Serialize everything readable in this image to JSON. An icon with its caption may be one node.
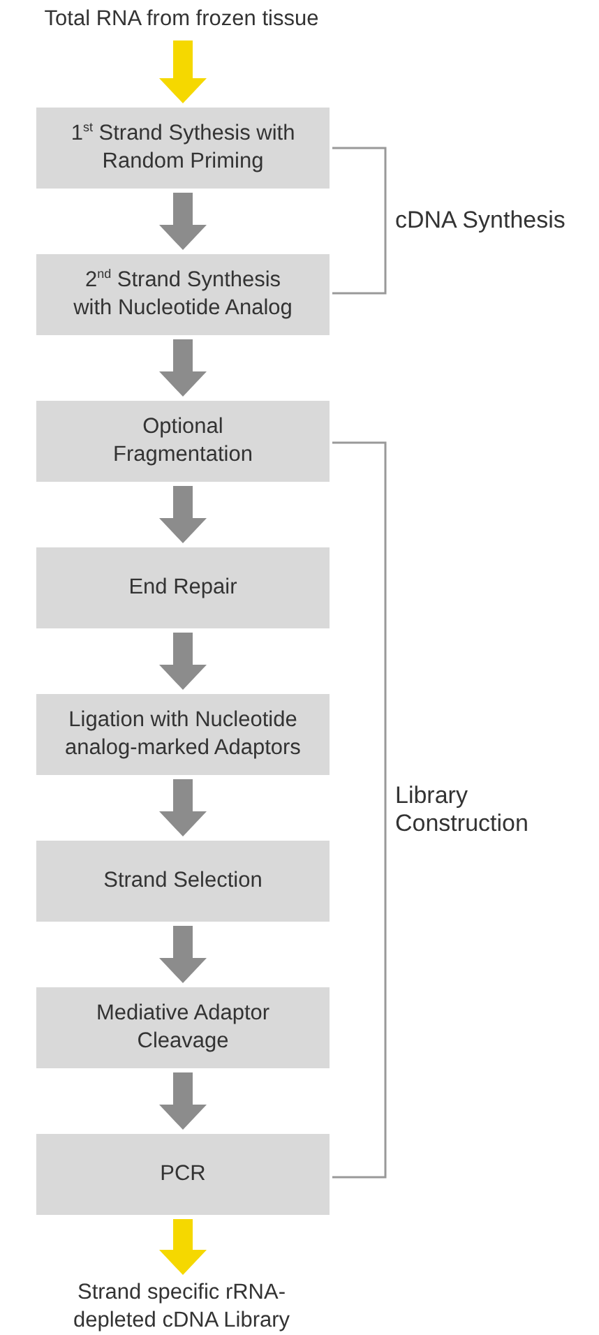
{
  "diagram": {
    "nodes": [
      {
        "text": [
          "Total RNA from frozen tissue"
        ]
      },
      {
        "text": [
          "1$^{st}$ Strand Sythesis with Random Priming"
        ]
      },
      {
        "text": [
          "2$^{nd}$ Strand Synthesis with Nucleotide Analog"
        ]
      },
      {
        "text": [
          "Optional Fragmentation"
        ]
      },
      {
        "text": [
          "End Repair"
        ]
      },
      {
        "text": [
          "Ligation with Nucleotide analog-marked Adaptors"
        ]
      },
      {
        "text": [
          "Strand Selection"
        ]
      },
      {
        "text": [
          "Mediative Adaptor Cleavage"
        ]
      },
      {
        "text": [
          "PCR"
        ]
      },
      {
        "text": [
          "Strand specific rRNA-depleted cDNA Library"
        ]
      }
    ],
    "edges": [
      {
        "from": 0,
        "to": 1,
        "arrow": "to",
        "color": "#f5d800"
      },
      {
        "from": 1,
        "to": 2,
        "arrow": "to"
      },
      {
        "from": 2,
        "to": 3,
        "arrow": "to"
      },
      {
        "from": 3,
        "to": 4,
        "arrow": "to"
      },
      {
        "from": 4,
        "to": 5,
        "arrow": "to"
      },
      {
        "from": 5,
        "to": 6,
        "arrow": "to"
      },
      {
        "from": 6,
        "to": 7,
        "arrow": "to"
      },
      {
        "from": 7,
        "to": 8,
        "arrow": "to"
      },
      {
        "from": 8,
        "to": 9,
        "arrow": "to",
        "color": "#f5d800"
      }
    ],
    "labels": [
      "cDNA Synthesis",
      "Library Construction"
    ]
  }
}
